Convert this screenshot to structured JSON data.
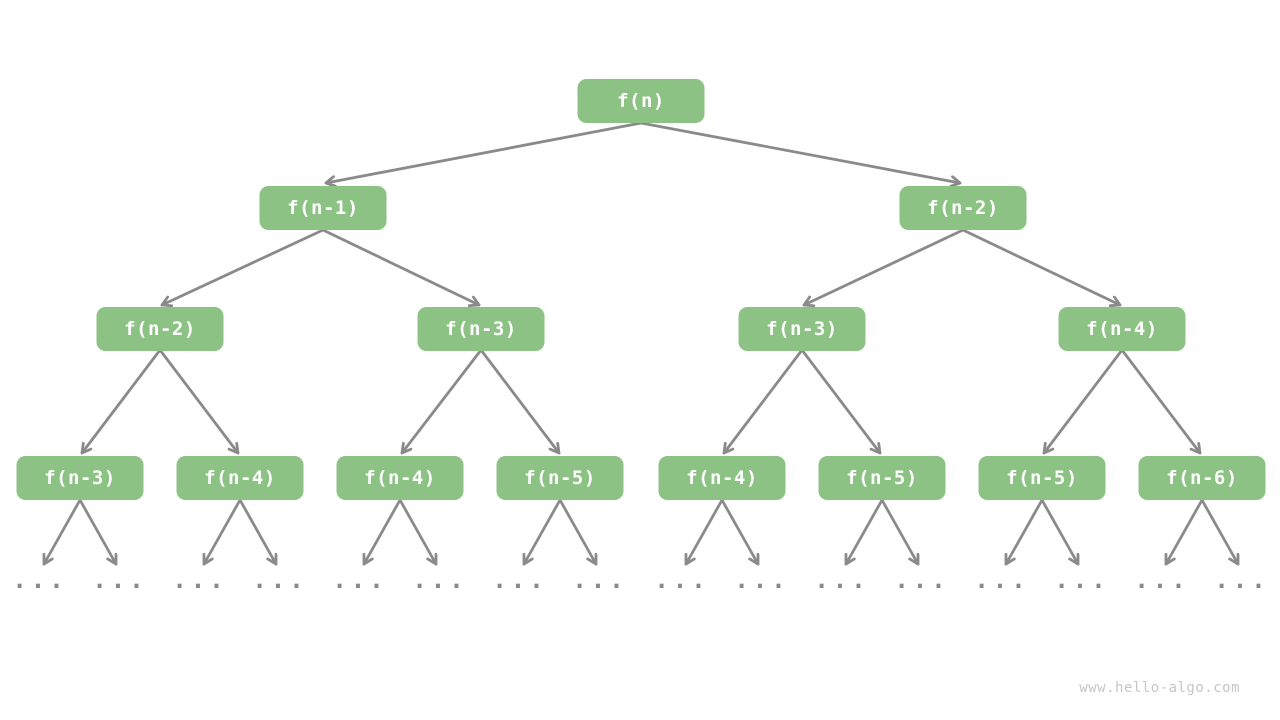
{
  "diagram": {
    "type": "recursion-tree",
    "ellipsis": "...",
    "colors": {
      "node_fill": "#8cc283",
      "node_text": "#ffffff",
      "arrow": "#8a8a8a",
      "watermark": "#c6c6c6",
      "background": "#ffffff"
    },
    "levels": [
      [
        "f(n)"
      ],
      [
        "f(n-1)",
        "f(n-2)"
      ],
      [
        "f(n-2)",
        "f(n-3)",
        "f(n-3)",
        "f(n-4)"
      ],
      [
        "f(n-3)",
        "f(n-4)",
        "f(n-4)",
        "f(n-5)",
        "f(n-4)",
        "f(n-5)",
        "f(n-5)",
        "f(n-6)"
      ]
    ],
    "nodes": [
      {
        "label": "f(n)"
      },
      {
        "label": "f(n-1)"
      },
      {
        "label": "f(n-2)"
      },
      {
        "label": "f(n-2)"
      },
      {
        "label": "f(n-3)"
      },
      {
        "label": "f(n-3)"
      },
      {
        "label": "f(n-4)"
      },
      {
        "label": "f(n-3)"
      },
      {
        "label": "f(n-4)"
      },
      {
        "label": "f(n-4)"
      },
      {
        "label": "f(n-5)"
      },
      {
        "label": "f(n-4)"
      },
      {
        "label": "f(n-5)"
      },
      {
        "label": "f(n-5)"
      },
      {
        "label": "f(n-6)"
      }
    ]
  },
  "watermark": {
    "text": "www.hello-algo.com"
  }
}
